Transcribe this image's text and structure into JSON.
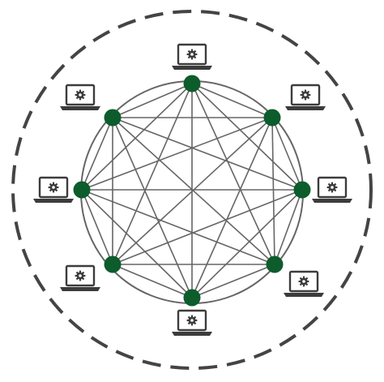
{
  "diagram": {
    "type": "fully-connected-mesh-network",
    "topology": "complete-graph",
    "node_count": 8,
    "nodes": [
      {
        "id": "n1",
        "position": "top",
        "device": "laptop-gear-icon"
      },
      {
        "id": "n2",
        "position": "top-right",
        "device": "laptop-gear-icon"
      },
      {
        "id": "n3",
        "position": "right",
        "device": "laptop-gear-icon"
      },
      {
        "id": "n4",
        "position": "bottom-right",
        "device": "laptop-gear-icon"
      },
      {
        "id": "n5",
        "position": "bottom",
        "device": "laptop-gear-icon"
      },
      {
        "id": "n6",
        "position": "bottom-left",
        "device": "laptop-gear-icon"
      },
      {
        "id": "n7",
        "position": "left",
        "device": "laptop-gear-icon"
      },
      {
        "id": "n8",
        "position": "top-left",
        "device": "laptop-gear-icon"
      }
    ],
    "colors": {
      "node": "#0d5c2c",
      "link": "#666666",
      "ring": "#666666",
      "boundary": "#444444",
      "laptop": "#3c3c3c"
    }
  }
}
